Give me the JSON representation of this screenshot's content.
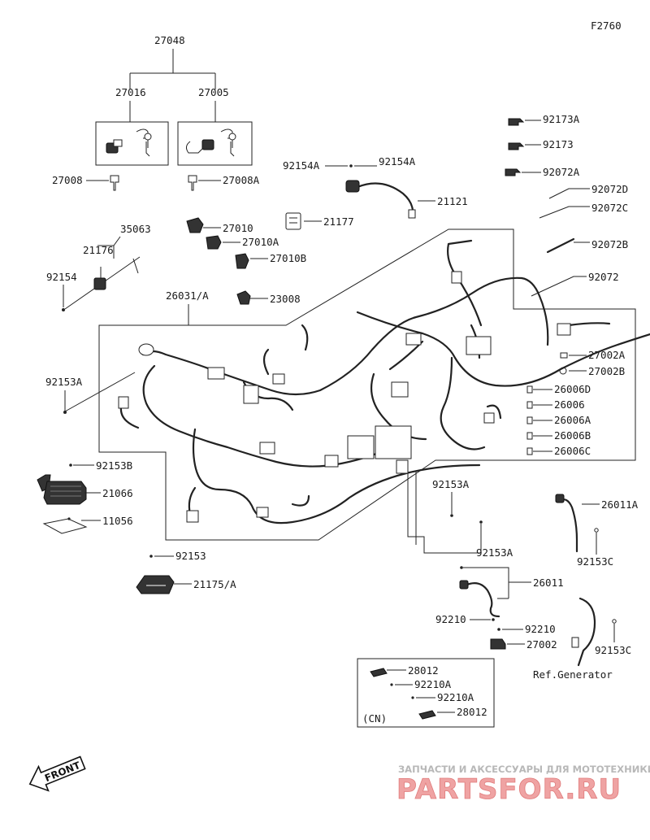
{
  "figure_code": "F2760",
  "labels": {
    "p27048": "27048",
    "p27016": "27016",
    "p27005": "27005",
    "p27008": "27008",
    "p27008A": "27008A",
    "p92154A_1": "92154A",
    "p92154A_2": "92154A",
    "p21121": "21121",
    "p21177": "21177",
    "p27010": "27010",
    "p27010A": "27010A",
    "p27010B": "27010B",
    "p35063": "35063",
    "p21176": "21176",
    "p92154": "92154",
    "p23008": "23008",
    "p26031A": "26031/A",
    "p92153A_1": "92153A",
    "p92153B": "92153B",
    "p21066": "21066",
    "p11056": "11056",
    "p92153": "92153",
    "p21175A": "21175/A",
    "p92173A": "92173A",
    "p92173": "92173",
    "p92072A": "92072A",
    "p92072D": "92072D",
    "p92072C": "92072C",
    "p92072B": "92072B",
    "p92072": "92072",
    "p27002A": "27002A",
    "p27002B": "27002B",
    "p26006D": "26006D",
    "p26006": "26006",
    "p26006A": "26006A",
    "p26006B": "26006B",
    "p26006C": "26006C",
    "p92153A_2": "92153A",
    "p92153A_3": "92153A",
    "p26011A": "26011A",
    "p92153C_1": "92153C",
    "p26011": "26011",
    "p92210_1": "92210",
    "p92210_2": "92210",
    "p27002": "27002",
    "p92153C_2": "92153C",
    "ref_generator": "Ref.Generator",
    "p28012_1": "28012",
    "p92210A_1": "92210A",
    "p92210A_2": "92210A",
    "p28012_2": "28012",
    "cn_note": "(CN)"
  },
  "front_arrow": {
    "label": "FRONT"
  },
  "watermark": {
    "caption": "ЗАПЧАСТИ И АКСЕССУАРЫ ДЛЯ МОТОТЕХНИКИ",
    "logo": "PARTSFOR.RU"
  },
  "colors": {
    "ink": "#222222",
    "watermark_red": "#e07b7b",
    "watermark_grey": "#b8b8b8"
  }
}
